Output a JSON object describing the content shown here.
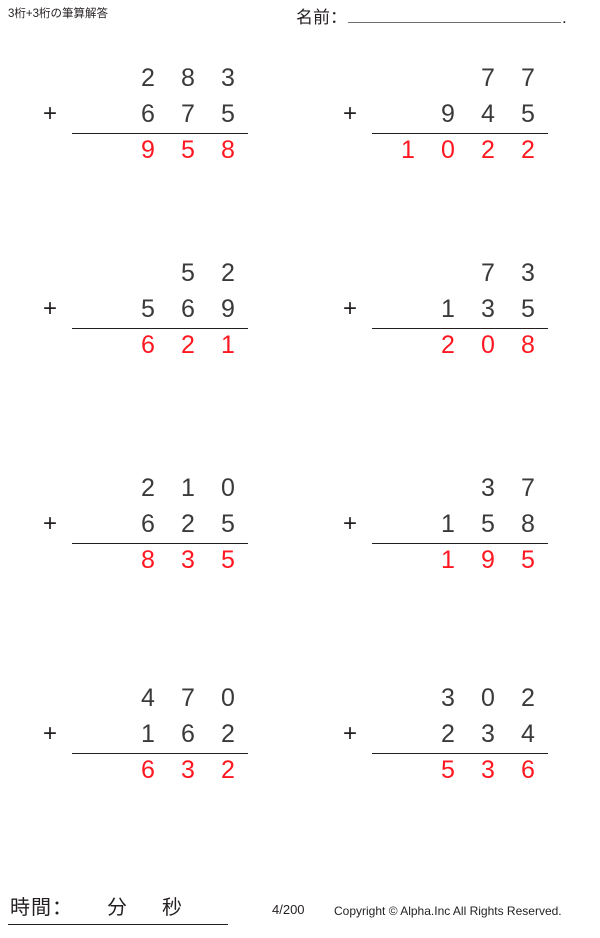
{
  "header": {
    "title": "3桁+3桁の筆算解答",
    "name_label": "名前：",
    "name_value": "",
    "name_period": "."
  },
  "worksheet": {
    "operator": "+",
    "answer_color": "#ff1721",
    "digit_color": "#3a3a3a",
    "columns": 4,
    "problems": [
      {
        "index": 1,
        "addend1": "283",
        "addend2": "675",
        "operator": "+",
        "answer": "958",
        "addend1_cells": [
          "",
          "2",
          "8",
          "3"
        ],
        "addend2_cells": [
          "",
          "6",
          "7",
          "5"
        ],
        "answer_cells": [
          "",
          "9",
          "5",
          "8"
        ]
      },
      {
        "index": 2,
        "addend1": "77",
        "addend2": "945",
        "operator": "+",
        "answer": "1022",
        "addend1_cells": [
          "",
          "",
          "7",
          "7"
        ],
        "addend2_cells": [
          "",
          "9",
          "4",
          "5"
        ],
        "answer_cells": [
          "1",
          "0",
          "2",
          "2"
        ]
      },
      {
        "index": 3,
        "addend1": "52",
        "addend2": "569",
        "operator": "+",
        "answer": "621",
        "addend1_cells": [
          "",
          "",
          "5",
          "2"
        ],
        "addend2_cells": [
          "",
          "5",
          "6",
          "9"
        ],
        "answer_cells": [
          "",
          "6",
          "2",
          "1"
        ]
      },
      {
        "index": 4,
        "addend1": "73",
        "addend2": "135",
        "operator": "+",
        "answer": "208",
        "addend1_cells": [
          "",
          "",
          "7",
          "3"
        ],
        "addend2_cells": [
          "",
          "1",
          "3",
          "5"
        ],
        "answer_cells": [
          "",
          "2",
          "0",
          "8"
        ]
      },
      {
        "index": 5,
        "addend1": "210",
        "addend2": "625",
        "operator": "+",
        "answer": "835",
        "addend1_cells": [
          "",
          "2",
          "1",
          "0"
        ],
        "addend2_cells": [
          "",
          "6",
          "2",
          "5"
        ],
        "answer_cells": [
          "",
          "8",
          "3",
          "5"
        ]
      },
      {
        "index": 6,
        "addend1": "37",
        "addend2": "158",
        "operator": "+",
        "answer": "195",
        "addend1_cells": [
          "",
          "",
          "3",
          "7"
        ],
        "addend2_cells": [
          "",
          "1",
          "5",
          "8"
        ],
        "answer_cells": [
          "",
          "1",
          "9",
          "5"
        ]
      },
      {
        "index": 7,
        "addend1": "470",
        "addend2": "162",
        "operator": "+",
        "answer": "632",
        "addend1_cells": [
          "",
          "4",
          "7",
          "0"
        ],
        "addend2_cells": [
          "",
          "1",
          "6",
          "2"
        ],
        "answer_cells": [
          "",
          "6",
          "3",
          "2"
        ]
      },
      {
        "index": 8,
        "addend1": "302",
        "addend2": "234",
        "operator": "+",
        "answer": "536",
        "addend1_cells": [
          "",
          "3",
          "0",
          "2"
        ],
        "addend2_cells": [
          "",
          "2",
          "3",
          "4"
        ],
        "answer_cells": [
          "",
          "5",
          "3",
          "6"
        ]
      }
    ]
  },
  "footer": {
    "time_label": "時間：",
    "minutes_unit": "分",
    "seconds_unit": "秒",
    "page_number": "4/200",
    "copyright": "Copyright © Alpha.Inc All Rights Reserved."
  }
}
